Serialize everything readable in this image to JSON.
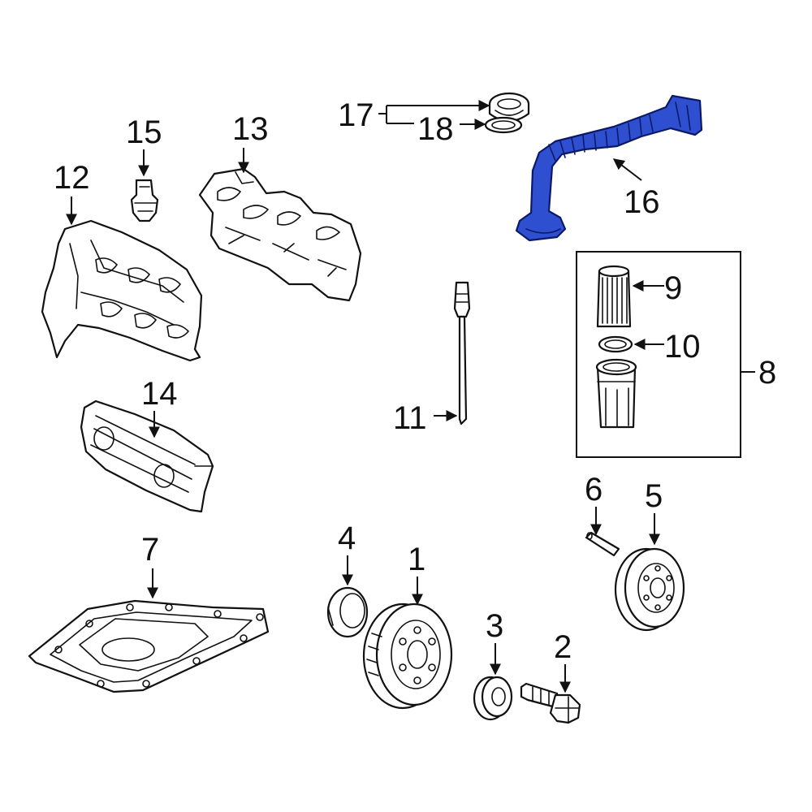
{
  "callouts": {
    "c1": "1",
    "c2": "2",
    "c3": "3",
    "c4": "4",
    "c5": "5",
    "c6": "6",
    "c7": "7",
    "c8": "8",
    "c9": "9",
    "c10": "10",
    "c11": "11",
    "c12": "12",
    "c13": "13",
    "c14": "14",
    "c15": "15",
    "c16": "16",
    "c17": "17",
    "c18": "18"
  },
  "colors": {
    "highlight": "#2f4fd1",
    "line": "#111111",
    "background": "#ffffff"
  }
}
